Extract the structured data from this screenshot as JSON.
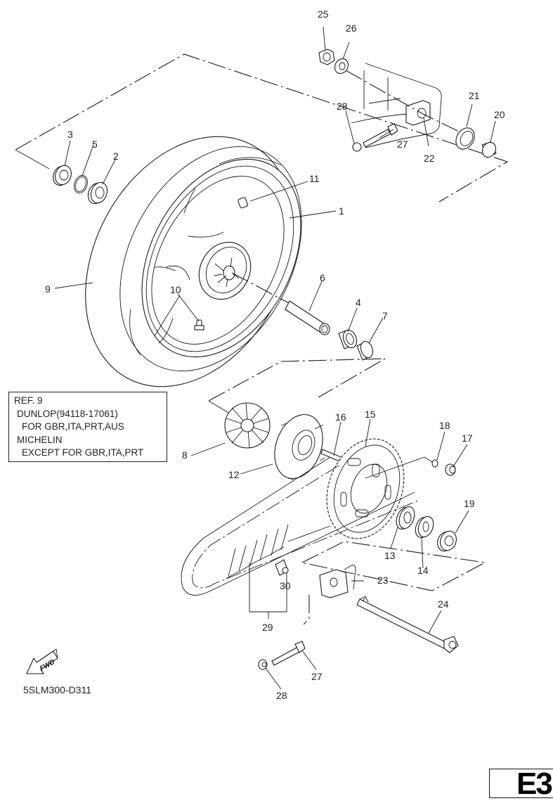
{
  "diagram": {
    "title": "Rear wheel exploded parts diagram",
    "drawing_code": "5SLM300-D311",
    "page_label": "E3",
    "fwd_icon": {
      "name": "fwd-arrow-icon",
      "label": "FWD"
    },
    "reference_note": {
      "ref": "REF. 9",
      "lines": [
        "DUNLOP(94118-17061)",
        "FOR GBR,ITA,PRT,AUS",
        "MICHELIN",
        "EXCEPT FOR GBR,ITA,PRT"
      ]
    },
    "callouts": [
      {
        "num": "1",
        "part": "wheel-rim"
      },
      {
        "num": "2",
        "part": "bearing"
      },
      {
        "num": "3",
        "part": "oil-seal"
      },
      {
        "num": "4",
        "part": "bearing-needle"
      },
      {
        "num": "5",
        "part": "circlip"
      },
      {
        "num": "6",
        "part": "spacer-collar"
      },
      {
        "num": "7",
        "part": "collar"
      },
      {
        "num": "8",
        "part": "damper"
      },
      {
        "num": "9",
        "part": "tire"
      },
      {
        "num": "10",
        "part": "valve"
      },
      {
        "num": "11",
        "part": "balance-weight"
      },
      {
        "num": "12",
        "part": "clutch-hub"
      },
      {
        "num": "13",
        "part": "bearing"
      },
      {
        "num": "14",
        "part": "bearing"
      },
      {
        "num": "15",
        "part": "sprocket"
      },
      {
        "num": "16",
        "part": "stud-bolt"
      },
      {
        "num": "17",
        "part": "nut"
      },
      {
        "num": "18",
        "part": "washer"
      },
      {
        "num": "19",
        "part": "oil-seal"
      },
      {
        "num": "20",
        "part": "collar"
      },
      {
        "num": "21",
        "part": "oil-seal"
      },
      {
        "num": "22",
        "part": "chain-puller"
      },
      {
        "num": "23",
        "part": "chain-puller"
      },
      {
        "num": "24",
        "part": "wheel-axle"
      },
      {
        "num": "25",
        "part": "nut"
      },
      {
        "num": "26",
        "part": "washer"
      },
      {
        "num": "27",
        "part": "bolt"
      },
      {
        "num": "28",
        "part": "nut"
      },
      {
        "num": "29",
        "part": "drive-chain"
      },
      {
        "num": "30",
        "part": "joint-kit"
      }
    ]
  }
}
